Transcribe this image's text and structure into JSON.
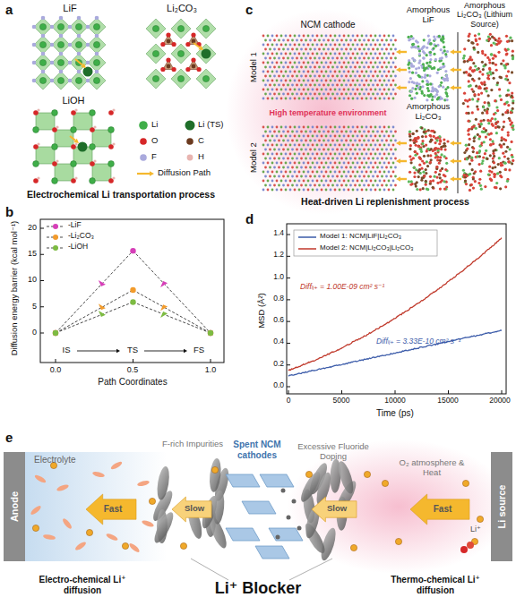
{
  "diagram": {
    "nodes": [
      {
        "text": [
          "Anode"
        ]
      },
      {
        "text": [
          "Li source"
        ]
      }
    ],
    "labels": [
      "a",
      "LiF",
      "Li₂CO₃",
      "LiOH",
      "Electrochemical Li transportation process",
      "b",
      "Diffusion energy barrier (kcal mol⁻¹)",
      "0",
      "5",
      "10",
      "15",
      "20",
      "0.0",
      "0.5",
      "1.0",
      "Path Coordinates",
      "IS",
      "TS",
      "FS",
      "c",
      "NCM cathode",
      "Amorphous LiF",
      "Amorphous Li₂CO₃ (Lithium Source)",
      "Model 1",
      "Model 2",
      "High temperature environment",
      "Amorphous Li₂CO₃",
      "Heat-driven Li replenishment process",
      "d",
      "MSD (Å²)",
      "0.0",
      "0.2",
      "0.4",
      "0.6",
      "0.8",
      "1.0",
      "1.2",
      "1.4",
      "0",
      "5000",
      "10000",
      "15000",
      "20000",
      "Time (ps)",
      "Diffₗᵢ₊ = 1.00E-09 cm² s⁻¹",
      "Diffₗᵢ₊ = 3.33E-10 cm² s⁻¹",
      "e",
      "Electrolyte",
      "Fast",
      "Slow",
      "F-rich Impurities",
      "Spent NCM cathodes",
      "Excessive Fluoride Doping",
      "Slow",
      "O₂ atmosphere & Heat",
      "Fast",
      "Li⁺",
      "Li⁺ Blocker",
      "Electro-chemical Li⁺ diffusion",
      "Thermo-chemical Li⁺ diffusion"
    ],
    "legend": [
      {
        "text": "Li",
        "color": "#3fae49"
      },
      {
        "text": "Li (TS)",
        "color": "#1f6e2a"
      },
      {
        "text": "O",
        "color": "#d62728"
      },
      {
        "text": "C",
        "color": "#6b3a1f"
      },
      {
        "text": "F",
        "color": "#aaaadd"
      },
      {
        "text": "H",
        "color": "#e8b4b0"
      },
      {
        "text": "Diffusion Path"
      },
      {
        "text": "-LiF"
      },
      {
        "text": "-Li₂CO₃"
      },
      {
        "text": "-LiOH"
      },
      {
        "text": "Model 1: NCM|LiF|Li₂CO₃"
      },
      {
        "text": "Model 2: NCM|Li₂CO₃|Li₂CO₃"
      }
    ]
  }
}
